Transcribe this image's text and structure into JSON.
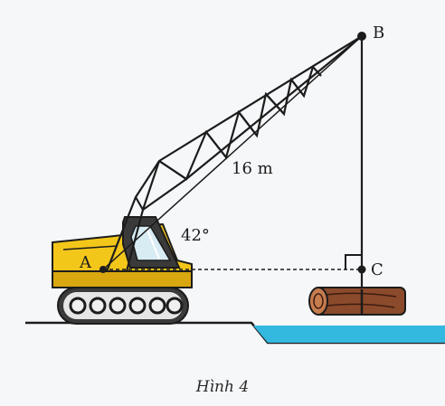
{
  "figure": {
    "caption": "Hình 4",
    "labels": {
      "point_a": "A",
      "point_b": "B",
      "point_c": "C",
      "length": "16 m",
      "angle": "42°"
    }
  },
  "colors": {
    "background": "#f6f7f9",
    "crane_body": "#f3c61a",
    "crane_body_shade": "#d9a70f",
    "cab": "#3a3a3a",
    "glass": "#d8ecf4",
    "track": "#3b3b3b",
    "log": "#8b4a2b",
    "water": "#33b8df",
    "line": "#1c1c1c"
  }
}
